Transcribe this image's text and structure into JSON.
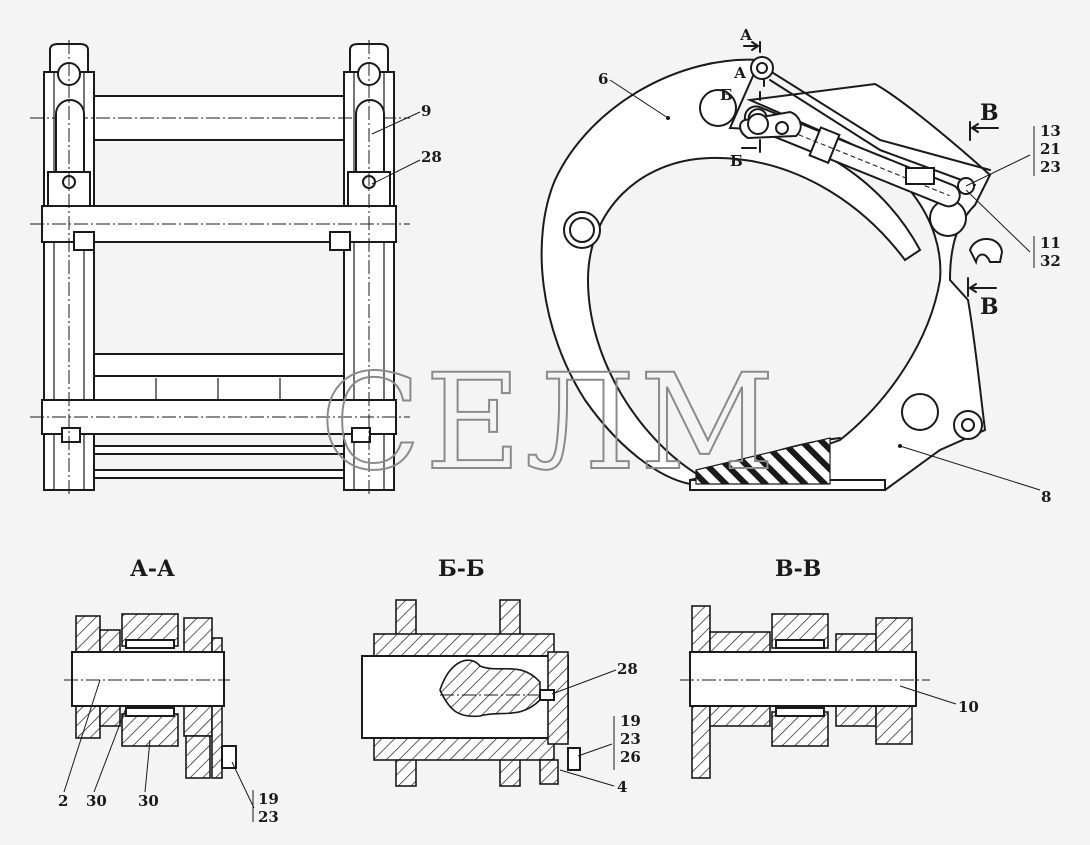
{
  "watermark": "СЕЛМ",
  "sections": {
    "aa": "А-А",
    "bb": "Б-Б",
    "vv": "В-В"
  },
  "section_marks": {
    "a": "А",
    "b": "Б",
    "v": "В"
  },
  "callouts": {
    "c9": "9",
    "c28_top": "28",
    "c6": "6",
    "c8": "8",
    "c13": "13",
    "c21": "21",
    "c23_top": "23",
    "c11": "11",
    "c32": "32",
    "c2": "2",
    "c30_a": "30",
    "c30_b": "30",
    "c19_a": "19",
    "c23_a": "23",
    "c28_b": "28",
    "c19_b": "19",
    "c23_b": "23",
    "c26": "26",
    "c4": "4",
    "c10": "10"
  }
}
